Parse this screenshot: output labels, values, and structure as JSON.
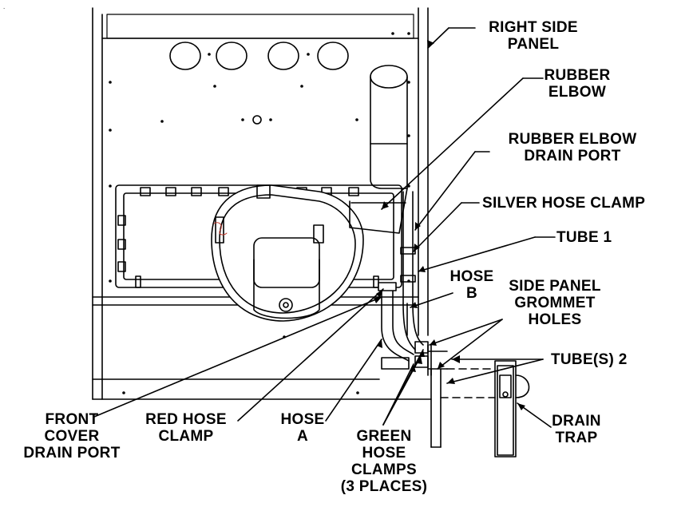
{
  "page_mark": ".",
  "callouts": {
    "right_side_panel": "RIGHT SIDE\nPANEL",
    "rubber_elbow": "RUBBER\nELBOW",
    "rubber_elbow_drain_port": "RUBBER ELBOW\nDRAIN PORT",
    "silver_hose_clamp": "SILVER HOSE CLAMP",
    "tube_1": "TUBE 1",
    "hose_b": "HOSE\nB",
    "side_panel_grommet_holes": "SIDE PANEL\nGROMMET\nHOLES",
    "tubes_2": "TUBE(S) 2",
    "drain_trap": "DRAIN\nTRAP",
    "front_cover_drain_port": "FRONT\nCOVER\nDRAIN PORT",
    "red_hose_clamp": "RED HOSE\nCLAMP",
    "hose_a": "HOSE\nA",
    "green_hose_clamps": "GREEN\nHOSE\nCLAMPS\n(3 PLACES)"
  }
}
